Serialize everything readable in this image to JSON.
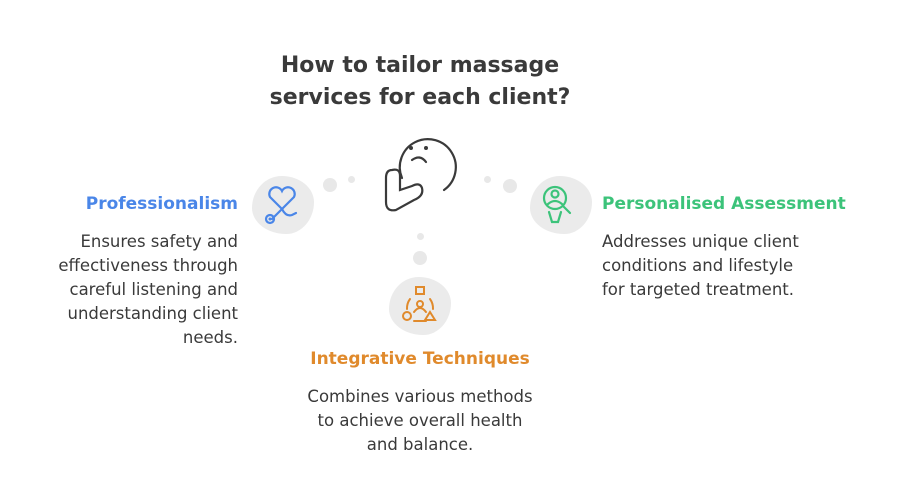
{
  "title": [
    "How to tailor massage",
    "services for each client?"
  ],
  "colors": {
    "professionalism": "#4a86e8",
    "assessment": "#3cc37a",
    "techniques": "#e08a2c"
  },
  "left": {
    "heading": "Professionalism",
    "icon": "stethoscope-heart-icon",
    "lines": [
      "Ensures safety and",
      "effectiveness through",
      "careful listening and",
      "understanding client",
      "needs."
    ]
  },
  "right": {
    "heading": "Personalised Assessment",
    "icon": "person-search-icon",
    "lines": [
      "Addresses unique client",
      "conditions and lifestyle",
      "for targeted treatment."
    ]
  },
  "bottom": {
    "heading": "Integrative Techniques",
    "icon": "integration-shapes-icon",
    "lines": [
      "Combines various methods",
      "to achieve overall health",
      "and balance."
    ]
  }
}
